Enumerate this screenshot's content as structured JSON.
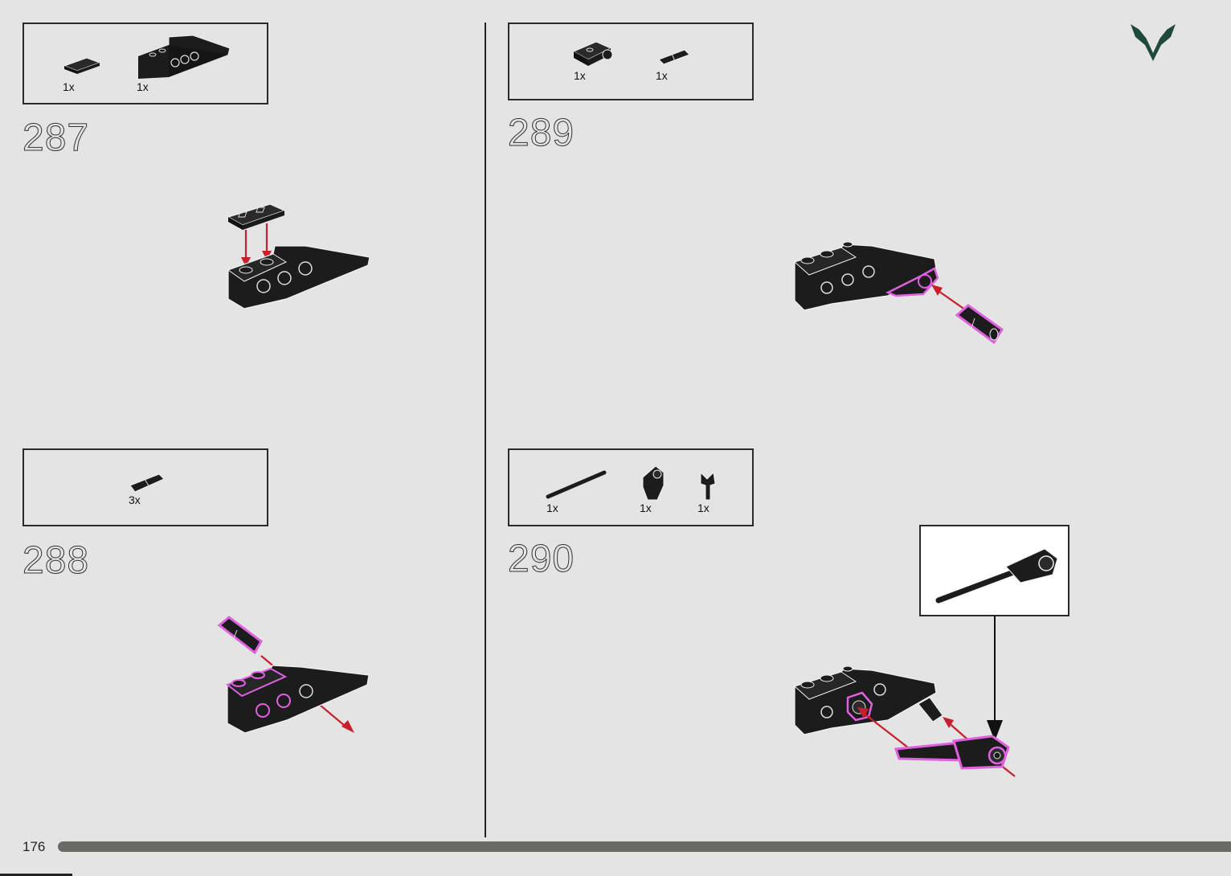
{
  "page_number": "176",
  "steps": [
    {
      "number": "287",
      "parts": [
        {
          "qty": "1x",
          "icon": "tile-2x1-icon"
        },
        {
          "qty": "1x",
          "icon": "wedge-brick-icon"
        }
      ]
    },
    {
      "number": "288",
      "parts": [
        {
          "qty": "3x",
          "icon": "technic-pin-icon"
        }
      ]
    },
    {
      "number": "289",
      "parts": [
        {
          "qty": "1x",
          "icon": "plate-with-hole-icon"
        },
        {
          "qty": "1x",
          "icon": "technic-pin-icon"
        }
      ]
    },
    {
      "number": "290",
      "parts": [
        {
          "qty": "1x",
          "icon": "axle-icon"
        },
        {
          "qty": "1x",
          "icon": "axle-connector-icon"
        },
        {
          "qty": "1x",
          "icon": "bushing-icon"
        }
      ]
    }
  ],
  "colors": {
    "background": "#e4e4e4",
    "part": "#1c1c1c",
    "arrow": "#c8202a",
    "highlight": "#e060e0",
    "logo": "#1f4a3a",
    "progress": "#6a6a64"
  },
  "icons": [
    "brand-logo-icon"
  ]
}
